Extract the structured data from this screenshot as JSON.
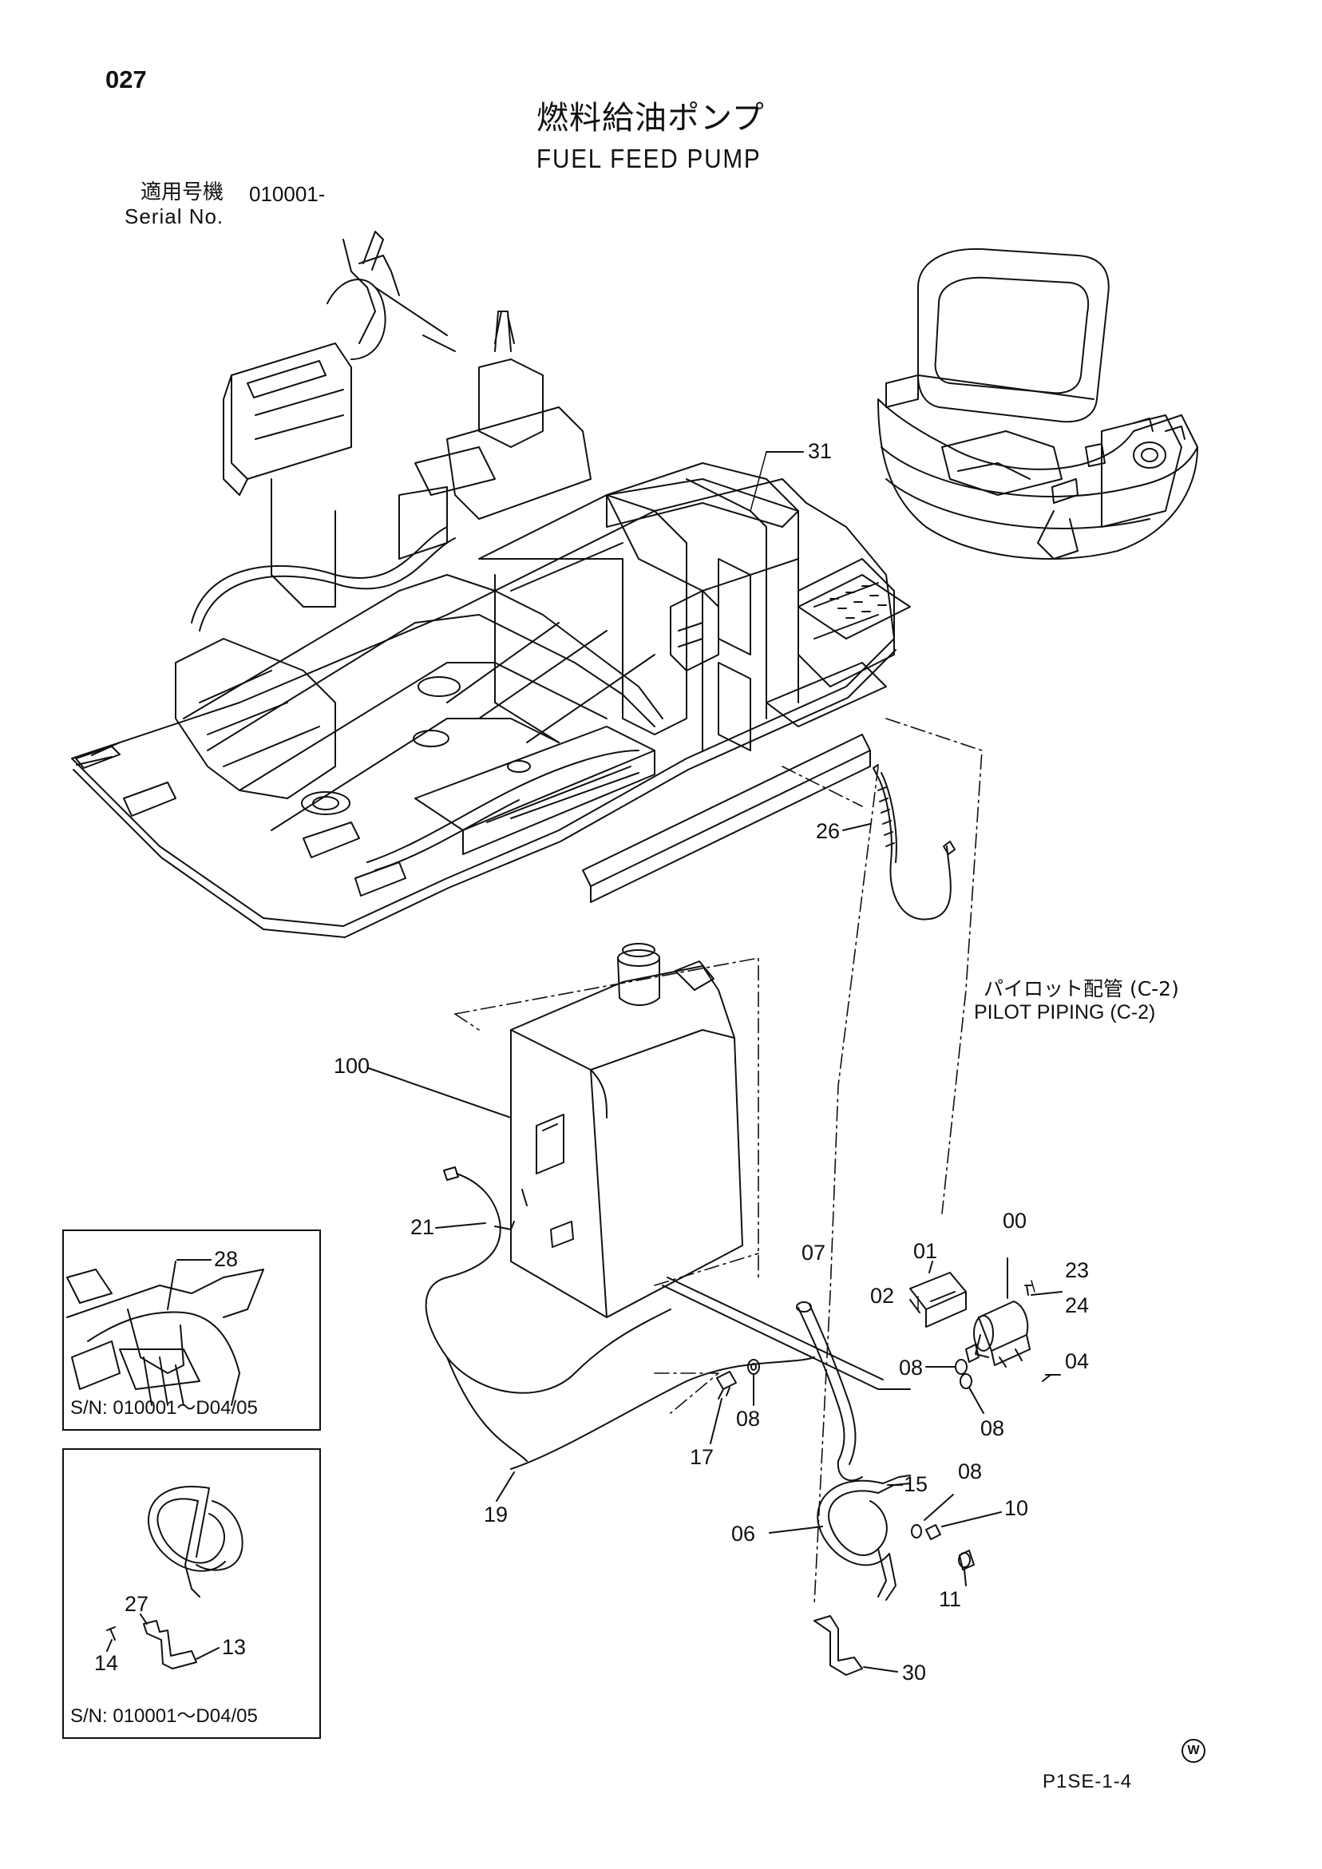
{
  "page": {
    "number": "027",
    "title_jp": "燃料給油ポンプ",
    "title_en": "FUEL FEED PUMP",
    "serial_label_jp": "適用号機",
    "serial_label_en": "Serial No.",
    "serial_value": "010001-",
    "sheet_code": "P1SE-1-4",
    "mark": "W"
  },
  "notes": {
    "pilot_piping_jp": "パイロット配管 (C-2)",
    "pilot_piping_en": "PILOT PIPING (C-2)"
  },
  "insets": [
    {
      "serial_range": "S/N: 010001～D04/05",
      "callouts": [
        "28"
      ]
    },
    {
      "serial_range": "S/N: 010001～D04/05",
      "callouts": [
        "27",
        "13",
        "14"
      ]
    }
  ],
  "callouts": [
    "31",
    "26",
    "100",
    "21",
    "19",
    "17",
    "08",
    "07",
    "02",
    "01",
    "00",
    "23",
    "24",
    "04",
    "08",
    "08",
    "15",
    "08",
    "10",
    "06",
    "11",
    "30"
  ]
}
